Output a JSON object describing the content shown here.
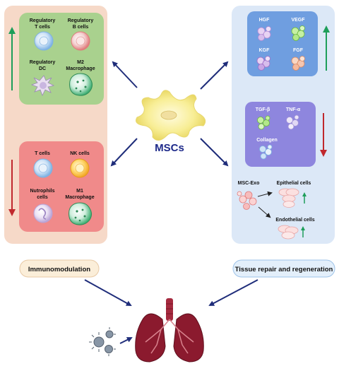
{
  "center": {
    "label": "MSCs"
  },
  "immuno_panel": {
    "up_cells": [
      {
        "label_line1": "Regulatory",
        "label_line2": "T cells"
      },
      {
        "label_line1": "Regulatory",
        "label_line2": "B cells"
      },
      {
        "label_line1": "Regulatory",
        "label_line2": "DC"
      },
      {
        "label_line1": "M2",
        "label_line2": "Macrophage"
      }
    ],
    "down_cells": [
      {
        "label_line1": "T cells",
        "label_line2": ""
      },
      {
        "label_line1": "NK cells",
        "label_line2": ""
      },
      {
        "label_line1": "Nutrophils",
        "label_line2": "cells"
      },
      {
        "label_line1": "M1",
        "label_line2": "Macrophage"
      }
    ],
    "caption": "Immunomodulation"
  },
  "repair_panel": {
    "factors_up": [
      "HGF",
      "VEGF",
      "KGF",
      "FGF"
    ],
    "factors_down": [
      "TGF-β",
      "TNF-α",
      "Collagen"
    ],
    "exo": {
      "source": "MSC-Exo",
      "targets": [
        "Epithelial cells",
        "Endothelial cells"
      ]
    },
    "caption": "Tissue repair and regeneration"
  },
  "colors": {
    "left_panel": "#f6d9c8",
    "right_panel": "#dce8f7",
    "green_box": "#a9d18e",
    "red_box": "#f08a8a",
    "blue_box": "#6f9ee0",
    "purple_box": "#8e86de",
    "arrow": "#1f2d7a",
    "up_arrow": "#1e9e5a",
    "down_arrow": "#c0282d",
    "msc_cell": "#f7ea8a",
    "lung": "#8b1a2e"
  },
  "icons": [
    "msc-cell-icon",
    "lung-icon",
    "virus-icon",
    "exosome-icon"
  ]
}
